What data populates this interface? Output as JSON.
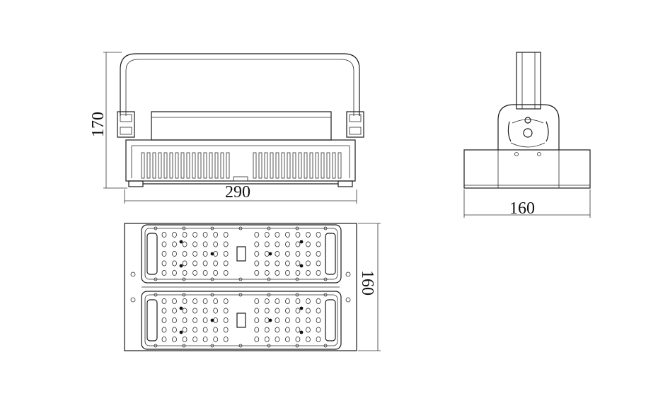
{
  "dimensions": {
    "front_height": "170",
    "front_width": "290",
    "side_width": "160",
    "bottom_depth": "160"
  }
}
